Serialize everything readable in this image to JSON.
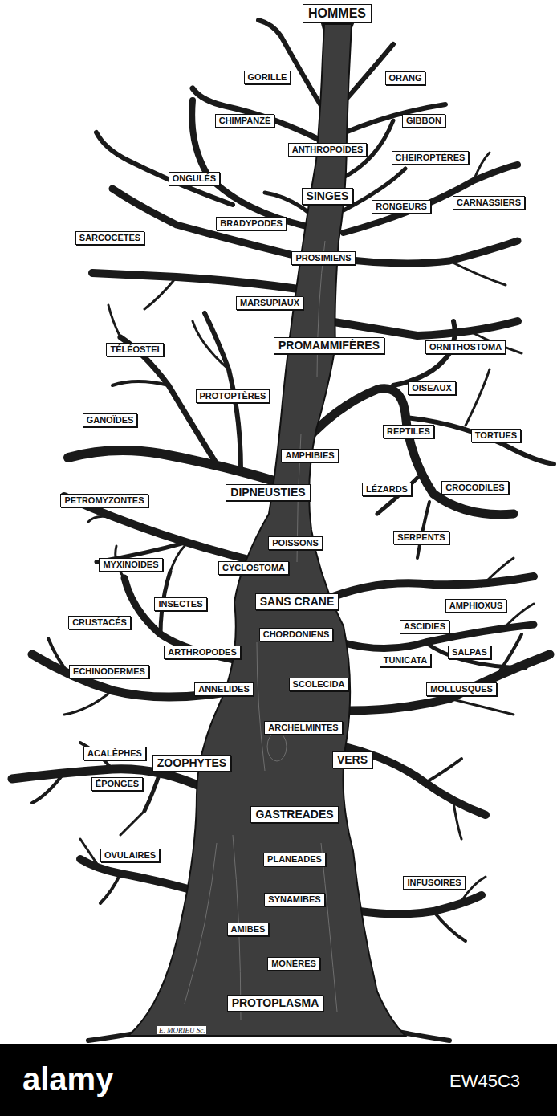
{
  "diagram": {
    "nodes": [
      {
        "text": [
          "HOMMES"
        ]
      },
      {
        "text": [
          "GORILLE"
        ]
      },
      {
        "text": [
          "ORANG"
        ]
      },
      {
        "text": [
          "CHIMPANZÉ"
        ]
      },
      {
        "text": [
          "GIBBON"
        ]
      },
      {
        "text": [
          "ANTHROPOÏDES"
        ]
      },
      {
        "text": [
          "CHEIROPTÈRES"
        ]
      },
      {
        "text": [
          "ONGULÉS"
        ]
      },
      {
        "text": [
          "SINGES"
        ]
      },
      {
        "text": [
          "RONGEURS"
        ]
      },
      {
        "text": [
          "CARNASSIERS"
        ]
      },
      {
        "text": [
          "BRADYPODES"
        ]
      },
      {
        "text": [
          "SARCOCETES"
        ]
      },
      {
        "text": [
          "PROSIMIENS"
        ]
      },
      {
        "text": [
          "MARSUPIAUX"
        ]
      },
      {
        "text": [
          "PROMAMMIFÈRES"
        ]
      },
      {
        "text": [
          "ORNITHOSTOMA"
        ]
      },
      {
        "text": [
          "TÉLÉOSTEI"
        ]
      },
      {
        "text": [
          "OISEAUX"
        ]
      },
      {
        "text": [
          "PROTOPTÈRES"
        ]
      },
      {
        "text": [
          "GANOÏDES"
        ]
      },
      {
        "text": [
          "REPTILES"
        ]
      },
      {
        "text": [
          "TORTUES"
        ]
      },
      {
        "text": [
          "AMPHIBIES"
        ]
      },
      {
        "text": [
          "DIPNEUSTIES"
        ]
      },
      {
        "text": [
          "LÉZARDS"
        ]
      },
      {
        "text": [
          "CROCODILES"
        ]
      },
      {
        "text": [
          "PETROMYZONTES"
        ]
      },
      {
        "text": [
          "POISSONS"
        ]
      },
      {
        "text": [
          "SERPENTS"
        ]
      },
      {
        "text": [
          "MYXINOÏDES"
        ]
      },
      {
        "text": [
          "CYCLOSTOMA"
        ]
      },
      {
        "text": [
          "SANS CRANE"
        ]
      },
      {
        "text": [
          "AMPHIOXUS"
        ]
      },
      {
        "text": [
          "INSECTES"
        ]
      },
      {
        "text": [
          "CRUSTACÉS"
        ]
      },
      {
        "text": [
          "ASCIDIES"
        ]
      },
      {
        "text": [
          "CHORDONIENS"
        ]
      },
      {
        "text": [
          "ARTHROPODES"
        ]
      },
      {
        "text": [
          "SALPAS"
        ]
      },
      {
        "text": [
          "TUNICATA"
        ]
      },
      {
        "text": [
          "ECHINODERMES"
        ]
      },
      {
        "text": [
          "SCOLECIDA"
        ]
      },
      {
        "text": [
          "ANNELIDES"
        ]
      },
      {
        "text": [
          "MOLLUSQUES"
        ]
      },
      {
        "text": [
          "ARCHELMINTES"
        ]
      },
      {
        "text": [
          "ACALÈPHES"
        ]
      },
      {
        "text": [
          "VERS"
        ]
      },
      {
        "text": [
          "ZOOPHYTES"
        ]
      },
      {
        "text": [
          "ÉPONGES"
        ]
      },
      {
        "text": [
          "GASTREADES"
        ]
      },
      {
        "text": [
          "OVULAIRES"
        ]
      },
      {
        "text": [
          "PLANEADES"
        ]
      },
      {
        "text": [
          "INFUSOIRES"
        ]
      },
      {
        "text": [
          "SYNAMIBES"
        ]
      },
      {
        "text": [
          "AMIBES"
        ]
      },
      {
        "text": [
          "MONÈRES"
        ]
      },
      {
        "text": [
          "PROTOPLASMA"
        ]
      }
    ],
    "labels": [
      "E. MORIEU Sc.",
      "alamy",
      "EW45C3"
    ]
  }
}
